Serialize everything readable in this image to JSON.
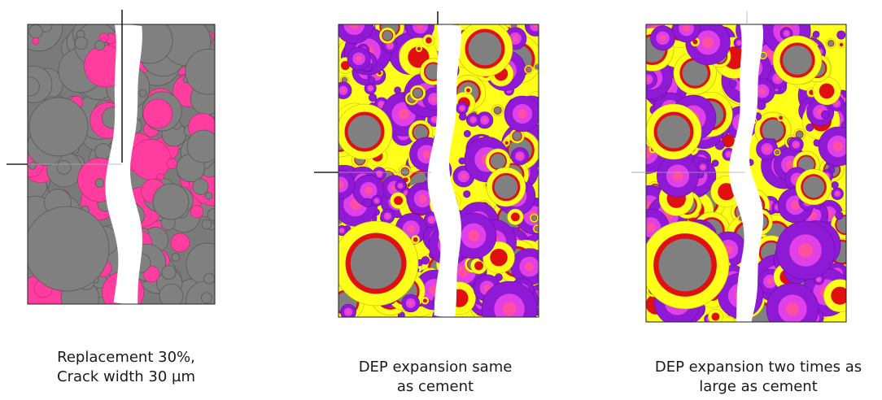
{
  "panels": [
    {
      "id": "replacement",
      "caption_lines": [
        "Replacement 30%,",
        "Crack width  30 µm"
      ]
    },
    {
      "id": "dep-same",
      "caption_lines": [
        "DEP expansion same",
        "as cement"
      ]
    },
    {
      "id": "dep-double",
      "caption_lines": [
        "DEP expansion two times as",
        "large as cement"
      ]
    }
  ],
  "colors": {
    "cement": "#808080",
    "cement_edge": "#5a5a5a",
    "additive": "#ff3d9e",
    "hydrate_ring": "#ffff1a",
    "red_ring": "#e01010",
    "dep": "#8f1ad6",
    "dep_core": "#e040e8",
    "background": "#ffffff"
  }
}
